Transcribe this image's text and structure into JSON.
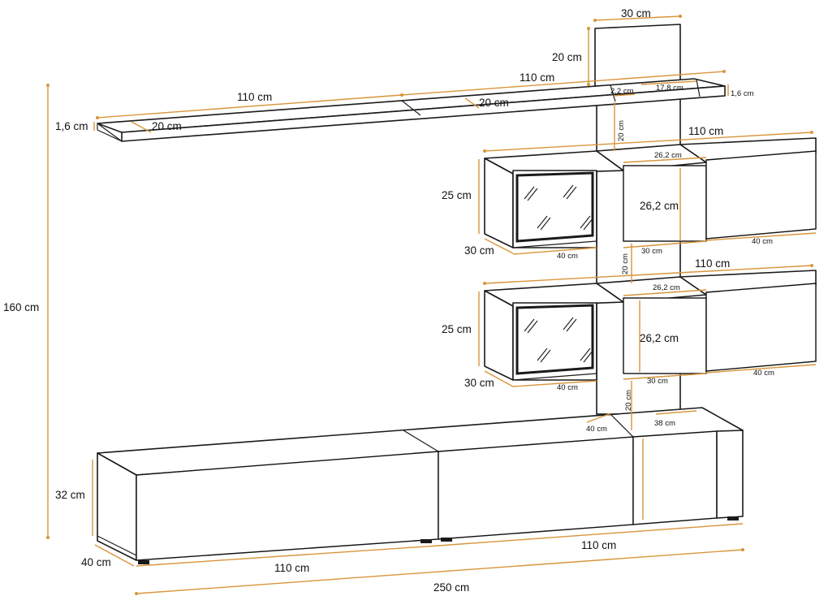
{
  "colors": {
    "dimension_line": "#d9953a",
    "outline": "#1a1a1a"
  },
  "dimensions": {
    "top_shelf_width": "30 cm",
    "top_shelf_height": "20 cm",
    "long_shelf_right_width": "110 cm",
    "long_shelf_left_width": "110 cm",
    "shelf_thickness_left": "1,6 cm",
    "shelf_depth_left": "20 cm",
    "shelf_depth_mid": "20 cm",
    "shelf_gap_small": "2,2 cm",
    "shelf_inner_width": "17,8 cm",
    "shelf_thickness_right": "1,6 cm",
    "post_gap_top": "20 cm",
    "upper_cabinet_width": "110 cm",
    "upper_cabinet_top_depth": "26,2 cm",
    "upper_cabinet_height": "25 cm",
    "upper_door_height": "26,2 cm",
    "upper_cabinet_depth": "30 cm",
    "upper_glass_width": "40 cm",
    "upper_mid_width": "30 cm",
    "upper_right_width": "40 cm",
    "post_gap_mid": "20 cm",
    "middle_cabinet_width": "110 cm",
    "middle_cabinet_top_depth": "26,2 cm",
    "middle_cabinet_height": "25 cm",
    "middle_door_height": "26,2 cm",
    "middle_cabinet_depth": "30 cm",
    "middle_glass_width": "40 cm",
    "middle_mid_width": "30 cm",
    "middle_right_width": "40 cm",
    "post_gap_low": "20 cm",
    "tv_small_depth": "40 cm",
    "tv_small_width": "38 cm",
    "total_height": "160 cm",
    "tv_height": "32 cm",
    "tv_depth": "40 cm",
    "tv_left_width": "110 cm",
    "tv_right_width": "110 cm",
    "total_width": "250 cm"
  }
}
